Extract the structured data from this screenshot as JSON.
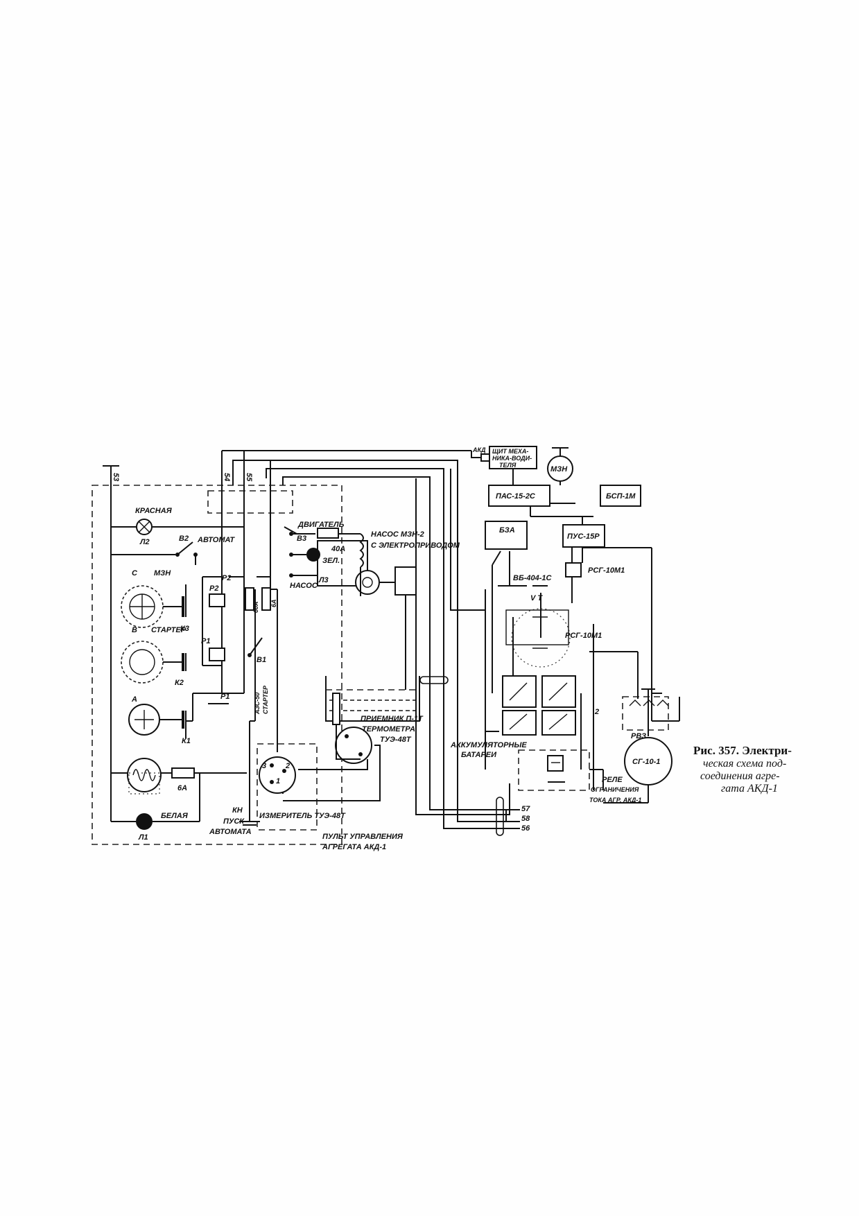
{
  "caption": {
    "line1": "Рис. 357. Электри-",
    "line2": "ческая схема под-",
    "line3": "соединения агре-",
    "line4": "гата АКД-1"
  },
  "labels": {
    "wire_53": "53",
    "wire_54": "54",
    "wire_55": "55",
    "wire_57": "57",
    "wire_58": "58",
    "wire_56": "56",
    "wire_2": "2",
    "lamp_red": "КРАСНАЯ",
    "lamp_red_id": "Л2",
    "lamp_white": "БЕЛАЯ",
    "lamp_white_id": "Л1",
    "switch_b2": "В2",
    "automat": "АВТОМАТ",
    "c_letter": "С",
    "mzn_small": "МЗН",
    "b_letter": "В",
    "starter": "СТАРТЕР",
    "a_letter": "А",
    "k3": "К3",
    "k2": "К2",
    "k1": "К1",
    "p2a": "Р2",
    "p2b": "Р2",
    "p1a": "Р1",
    "p1b": "Р1",
    "fuse_60a": "60А",
    "fuse_6a_top": "6А",
    "b1": "В1",
    "fuse_6a_bottom": "6А",
    "azs": "АЗС-50",
    "azs_starter": "СТАРТЕР",
    "kn": "КН",
    "kn_start": "ПУСК",
    "kn_automat": "АВТОМАТА",
    "meter": "ИЗМЕРИТЕЛЬ ТУЭ-48Т",
    "meter_1": "1",
    "meter_2": "2",
    "meter_3": "3",
    "panel_1": "ПУЛЬТ УПРАВЛЕНИЯ",
    "panel_2": "АГРЕГАТА АКД-1",
    "engine": "ДВИГАТЕЛЬ",
    "b3": "В3",
    "fuse_40a": "40А",
    "zel": "ЗЕЛ.",
    "l3": "Л3",
    "nasos": "НАСОС",
    "pump_1": "НАСОС МЗН-2",
    "pump_2": "С ЭЛЕКТРОПРИВОДОМ",
    "receiver_1": "ПРИЕМНИК П-1Т",
    "receiver_2": "ТЕРМОМЕТРА",
    "receiver_3": "ТУЭ-48Т",
    "akd": "АКД",
    "shield_1": "ЩИТ МЕХА-",
    "shield_2": "НИКА-ВОДИ-",
    "shield_3": "ТЕЛЯ",
    "mzn_circle": "МЗН",
    "pas": "ПАС-15-2С",
    "bsp": "БСП-1М",
    "pus": "ПУС-15Р",
    "bza": "БЗА",
    "rsg_top": "РСГ-10М1",
    "vb": "ВБ-404-1С",
    "vt": "V T",
    "rsg_mid": "РСГ-10М1",
    "bat_1": "АККУМУЛЯТОРНЫЕ",
    "bat_2": "БАТАРЕИ",
    "rvz": "РВЗ",
    "gen": "СГ-10-1",
    "relay_1": "РЕЛЕ",
    "relay_2": "ОГРАНИЧЕНИЯ",
    "relay_3": "ТОКА АГР. АКД-1"
  }
}
